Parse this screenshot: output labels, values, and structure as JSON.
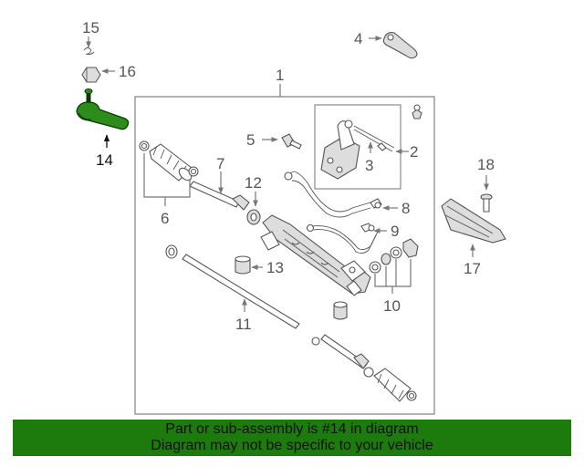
{
  "diagram": {
    "labels": [
      "1",
      "2",
      "3",
      "4",
      "5",
      "6",
      "7",
      "8",
      "9",
      "10",
      "11",
      "12",
      "13",
      "14",
      "15",
      "16",
      "17",
      "18"
    ],
    "highlighted_part": "14",
    "highlight_color": "#1d7a0c"
  },
  "banner": {
    "line1": "Part or sub-assembly is #14 in diagram",
    "line2": "Diagram may not be specific to your vehicle",
    "color": "#1d7a0c"
  }
}
